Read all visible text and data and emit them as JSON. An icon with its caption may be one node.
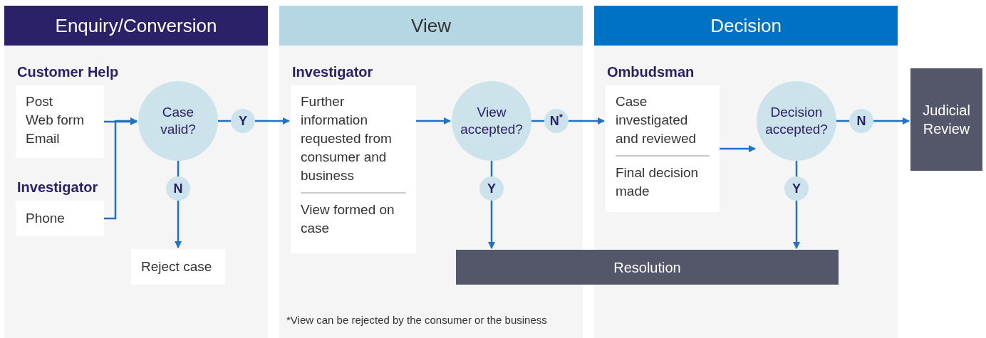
{
  "diagram": {
    "nodes": [
      {
        "text": [
          "Enquiry/Conversion"
        ]
      },
      {
        "text": [
          "View"
        ]
      },
      {
        "text": [
          "Decision"
        ]
      },
      {
        "text": [
          "Post",
          "Web form",
          "Email"
        ],
        "in": 0,
        "beside": [
          "Customer Help"
        ]
      },
      {
        "text": [
          "Phone"
        ],
        "in": 0,
        "beside": [
          "Investigator"
        ]
      },
      {
        "text": [
          "Case valid?"
        ],
        "in": 0
      },
      {
        "text": [
          "Reject case"
        ],
        "in": 0
      },
      {
        "text": [
          "Further information requested from consumer and business",
          "View formed on case"
        ],
        "in": 1,
        "beside": [
          "Investigator"
        ]
      },
      {
        "text": [
          "View accepted?"
        ],
        "in": 1
      },
      {
        "text": [
          "Case investigated and reviewed",
          "Final decision made"
        ],
        "in": 2,
        "beside": [
          "Ombudsman"
        ]
      },
      {
        "text": [
          "Decision accepted?"
        ],
        "in": 2
      },
      {
        "text": [
          "Resolution"
        ]
      },
      {
        "text": [
          "Judicial Review"
        ]
      }
    ],
    "edges": [
      {
        "from": 3,
        "to": 5,
        "arrow": "to"
      },
      {
        "from": 4,
        "to": 5,
        "arrow": "to"
      },
      {
        "from": 5,
        "to": 7,
        "arrow": "to",
        "label": "Y"
      },
      {
        "from": 5,
        "to": 6,
        "arrow": "to",
        "label": "N"
      },
      {
        "from": 7,
        "to": 8,
        "arrow": "to"
      },
      {
        "from": 8,
        "to": 9,
        "arrow": "to",
        "label": "N$^{*}$"
      },
      {
        "from": 8,
        "to": 11,
        "arrow": "to",
        "label": "Y"
      },
      {
        "from": 9,
        "to": 10,
        "arrow": "to"
      },
      {
        "from": 10,
        "to": 12,
        "arrow": "to",
        "label": "N"
      },
      {
        "from": 10,
        "to": 11,
        "arrow": "to",
        "label": "Y"
      }
    ],
    "labels": [
      "*View can be rejected by the consumer or the business"
    ]
  }
}
